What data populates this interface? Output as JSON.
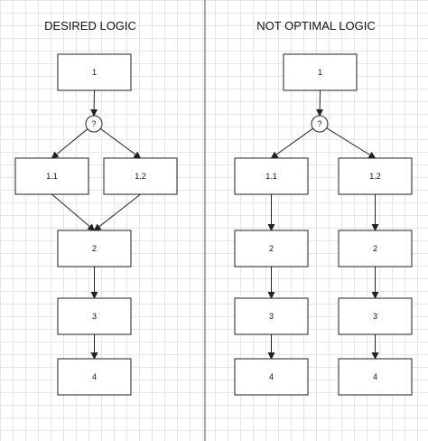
{
  "panels": [
    {
      "id": "desired",
      "title": "DESIRED LOGIC",
      "nodes": [
        {
          "id": "d1",
          "label": "1"
        },
        {
          "id": "dq",
          "label": "?",
          "shape": "circle"
        },
        {
          "id": "d11",
          "label": "1.1"
        },
        {
          "id": "d12",
          "label": "1.2"
        },
        {
          "id": "d2",
          "label": "2"
        },
        {
          "id": "d3",
          "label": "3"
        },
        {
          "id": "d4",
          "label": "4"
        }
      ],
      "edges": [
        {
          "from": "d1",
          "to": "dq"
        },
        {
          "from": "dq",
          "to": "d11"
        },
        {
          "from": "dq",
          "to": "d12"
        },
        {
          "from": "d11",
          "to": "d2"
        },
        {
          "from": "d12",
          "to": "d2"
        },
        {
          "from": "d2",
          "to": "d3"
        },
        {
          "from": "d3",
          "to": "d4"
        }
      ]
    },
    {
      "id": "notoptimal",
      "title": "NOT OPTIMAL LOGIC",
      "nodes": [
        {
          "id": "n1",
          "label": "1"
        },
        {
          "id": "nq",
          "label": "?",
          "shape": "circle"
        },
        {
          "id": "n11",
          "label": "1.1"
        },
        {
          "id": "n12",
          "label": "1.2"
        },
        {
          "id": "n2a",
          "label": "2"
        },
        {
          "id": "n2b",
          "label": "2"
        },
        {
          "id": "n3a",
          "label": "3"
        },
        {
          "id": "n3b",
          "label": "3"
        },
        {
          "id": "n4a",
          "label": "4"
        },
        {
          "id": "n4b",
          "label": "4"
        }
      ],
      "edges": [
        {
          "from": "n1",
          "to": "nq"
        },
        {
          "from": "nq",
          "to": "n11"
        },
        {
          "from": "nq",
          "to": "n12"
        },
        {
          "from": "n11",
          "to": "n2a"
        },
        {
          "from": "n12",
          "to": "n2b"
        },
        {
          "from": "n2a",
          "to": "n3a"
        },
        {
          "from": "n2b",
          "to": "n3b"
        },
        {
          "from": "n3a",
          "to": "n4a"
        },
        {
          "from": "n3b",
          "to": "n4b"
        }
      ]
    }
  ]
}
